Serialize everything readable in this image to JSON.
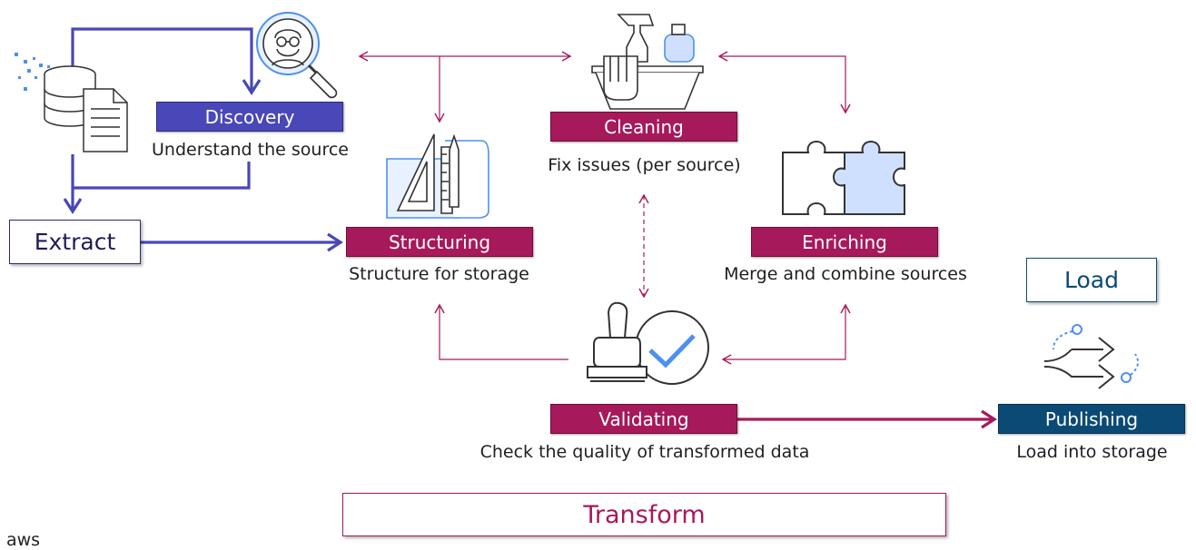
{
  "stages": {
    "discovery": {
      "label": "Discovery",
      "caption": "Understand the source"
    },
    "cleaning": {
      "label": "Cleaning",
      "caption": "Fix issues (per source)"
    },
    "structuring": {
      "label": "Structuring",
      "caption": "Structure for storage"
    },
    "enriching": {
      "label": "Enriching",
      "caption": "Merge and combine sources"
    },
    "validating": {
      "label": "Validating",
      "caption": "Check the quality of transformed data"
    },
    "publishing": {
      "label": "Publishing",
      "caption": "Load into storage"
    }
  },
  "phases": {
    "extract": "Extract",
    "load": "Load",
    "transform": "Transform"
  },
  "brand": "aws",
  "colors": {
    "transform": "#a6195b",
    "extract": "#4a47b8",
    "load": "#0b4a75",
    "light_blue": "#4d90f0"
  },
  "icons": [
    "database-documents-icon",
    "magnifier-person-icon",
    "cleaning-supplies-icon",
    "drafting-tools-icon",
    "puzzle-icon",
    "stamp-check-icon",
    "split-arrows-icon"
  ]
}
